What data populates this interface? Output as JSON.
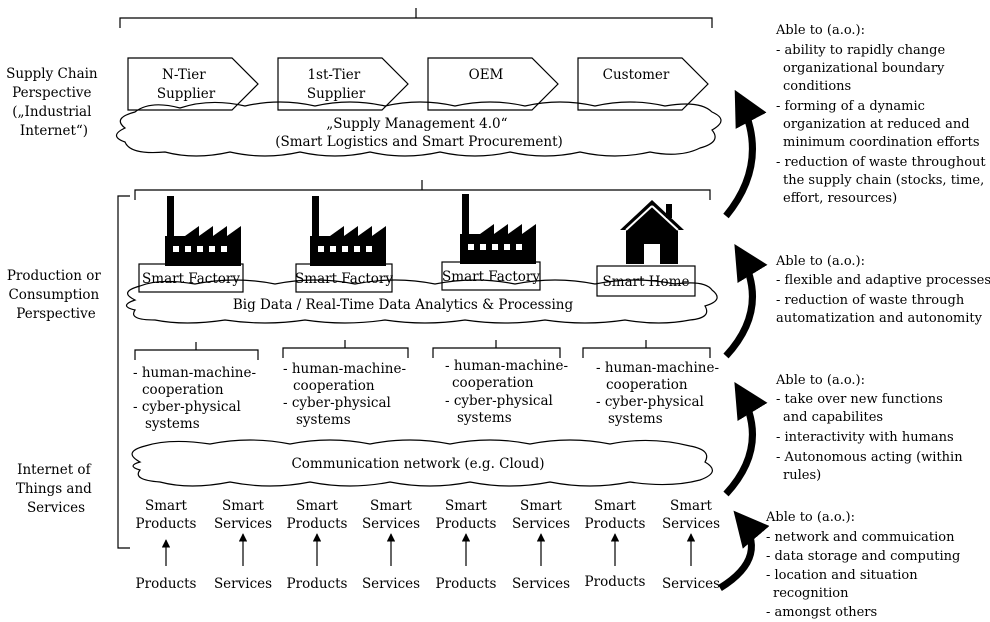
{
  "perspectives": {
    "supply_chain": [
      "Supply Chain",
      "Perspective",
      "(„Industrial",
      "Internet“)"
    ],
    "production": [
      "Production or",
      "Consumption",
      "Perspective"
    ],
    "iot": [
      "Internet of",
      "Things and",
      "Services"
    ]
  },
  "supply_chain_nodes": [
    [
      "N-Tier",
      "Supplier"
    ],
    [
      "1st-Tier",
      "Supplier"
    ],
    [
      "OEM"
    ],
    [
      "Customer"
    ]
  ],
  "supply_cloud": [
    "„Supply Management 4.0“",
    "(Smart Logistics and Smart Procurement)"
  ],
  "smart_units": [
    "Smart Factory",
    "Smart Factory",
    "Smart Factory",
    "Smart Home"
  ],
  "bigdata_cloud": "Big Data / Real-Time Data Analytics & Processing",
  "unit_features": [
    "- human-machine-",
    "cooperation",
    "- cyber-physical",
    "systems"
  ],
  "comm_cloud": "Communication network (e.g. Cloud)",
  "smart_items": [
    [
      "Smart",
      "Products"
    ],
    [
      "Smart",
      "Services"
    ],
    [
      "Smart",
      "Products"
    ],
    [
      "Smart",
      "Services"
    ],
    [
      "Smart",
      "Products"
    ],
    [
      "Smart",
      "Services"
    ],
    [
      "Smart",
      "Products"
    ],
    [
      "Smart",
      "Services"
    ]
  ],
  "base_items": [
    "Products",
    "Services",
    "Products",
    "Services",
    "Products",
    "Services",
    "Products",
    "Services"
  ],
  "abilities": [
    [
      "Able to (a.o.):",
      "- ability to rapidly change",
      "organizational boundary",
      "conditions",
      "- forming of a dynamic",
      "organization at reduced and",
      "minimum coordination efforts",
      "- reduction of waste throughout",
      "the supply chain (stocks, time,",
      "effort, resources)"
    ],
    [
      "Able to (a.o.):",
      "- flexible and adaptive processes",
      "- reduction of waste through",
      "automatization and autonomity"
    ],
    [
      "Able to (a.o.):",
      "- take over new functions",
      "and capabilites",
      "- interactivity with humans",
      "- Autonomous acting (within",
      "rules)"
    ],
    [
      "Able to (a.o.):",
      "- network and commuication",
      "- data storage and computing",
      "- location and situation",
      "recognition",
      "- amongst others"
    ]
  ]
}
